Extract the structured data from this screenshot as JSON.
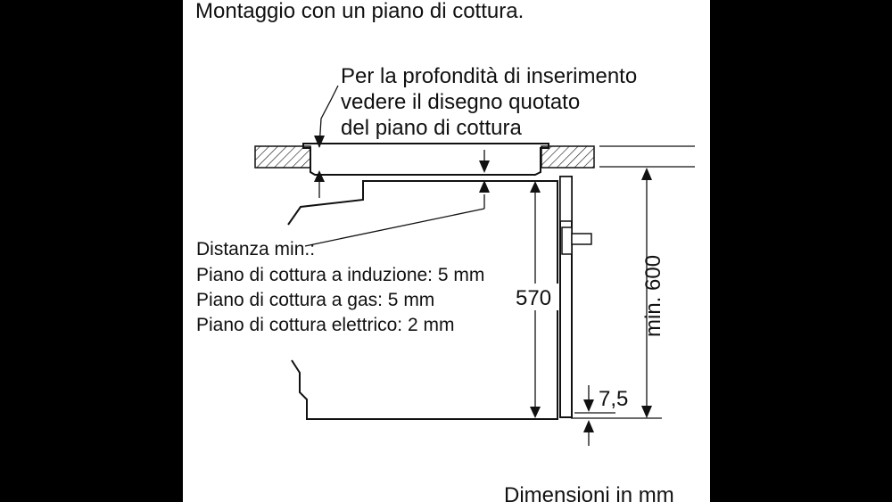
{
  "diagram": {
    "title": "Montaggio con un piano di cottura.",
    "callout": [
      "Per la profondità di inserimento",
      "vedere il disegno quotato",
      "del piano di cottura"
    ],
    "distance": {
      "heading": "Distanza min.:",
      "lines": [
        "Piano di cottura a induzione: 5 mm",
        "Piano di cottura a gas: 5 mm",
        "Piano di cottura elettrico: 2 mm"
      ]
    },
    "dimensions": {
      "height": "570",
      "niche": "min. 600",
      "gap": "7,5"
    },
    "footer": "Dimensioni in mm",
    "colors": {
      "paper": "#ffffff",
      "ink": "#111111",
      "frame": "#000000"
    }
  }
}
